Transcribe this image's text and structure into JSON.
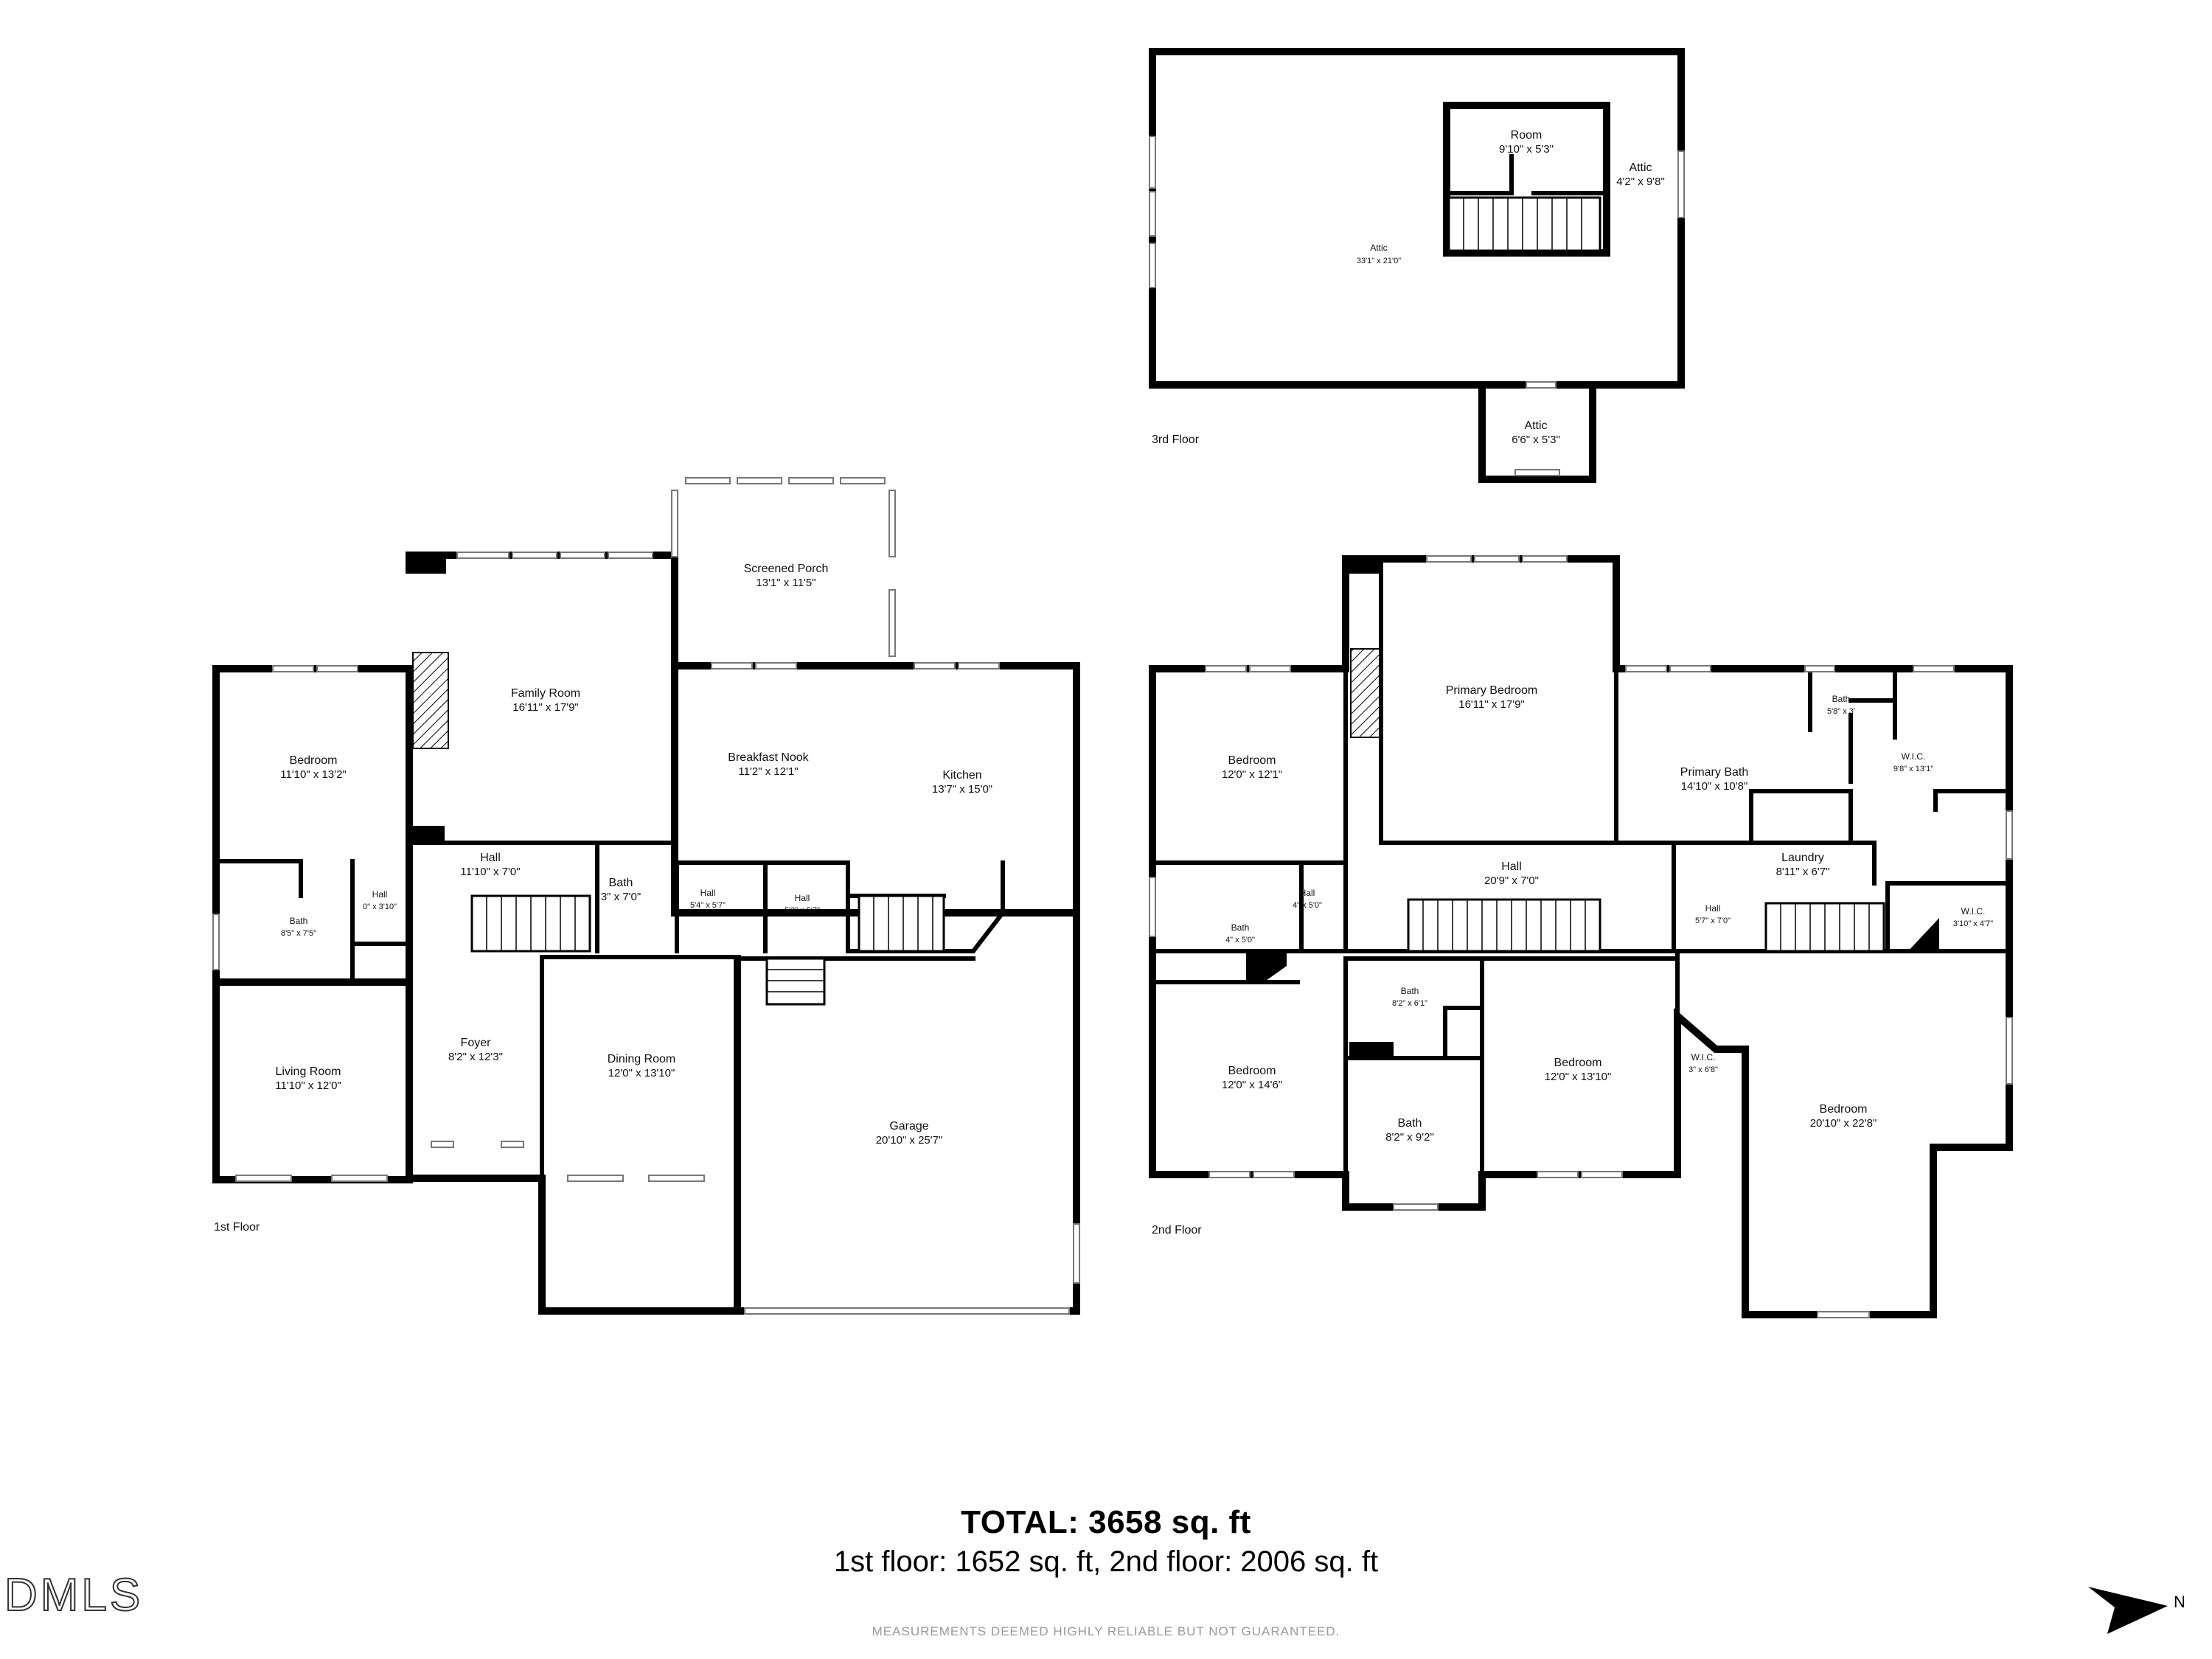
{
  "summary": {
    "total": "TOTAL: 3658 sq. ft",
    "floors": "1st floor: 1652 sq. ft, 2nd floor: 2006 sq. ft",
    "disclaimer": "MEASUREMENTS DEEMED HIGHLY RELIABLE BUT NOT GUARANTEED."
  },
  "brand": {
    "logo_text": "DMLS"
  },
  "compass": {
    "icon": "north-arrow-icon",
    "label": "N"
  },
  "floors": {
    "third": {
      "label": "3rd Floor",
      "rooms": [
        {
          "name": "Attic",
          "dims": "33'1\" x 21'0\""
        },
        {
          "name": "Room",
          "dims": "9'10\" x 5'3\""
        },
        {
          "name": "Attic",
          "dims": "4'2\" x 9'8\""
        },
        {
          "name": "Attic",
          "dims": "6'6\" x 5'3\""
        }
      ]
    },
    "first": {
      "label": "1st Floor",
      "rooms": [
        {
          "name": "Screened Porch",
          "dims": "13'1\" x 11'5\""
        },
        {
          "name": "Family Room",
          "dims": "16'11\" x 17'9\""
        },
        {
          "name": "Bedroom",
          "dims": "11'10\" x 13'2\""
        },
        {
          "name": "Breakfast Nook",
          "dims": "11'2\" x 12'1\""
        },
        {
          "name": "Kitchen",
          "dims": "13'7\" x 15'0\""
        },
        {
          "name": "Hall",
          "dims": "11'10\" x 7'0\""
        },
        {
          "name": "Bath",
          "dims": "3\" x 7'0\""
        },
        {
          "name": "Hall",
          "dims": "5'4\" x 5'7\""
        },
        {
          "name": "Hall",
          "dims": "5'3\" x 5'7\""
        },
        {
          "name": "Hall",
          "dims": "0\" x 3'10\""
        },
        {
          "name": "Bath",
          "dims": "8'5\" x 7'5\""
        },
        {
          "name": "Living Room",
          "dims": "11'10\" x 12'0\""
        },
        {
          "name": "Foyer",
          "dims": "8'2\" x 12'3\""
        },
        {
          "name": "Dining Room",
          "dims": "12'0\" x 13'10\""
        },
        {
          "name": "Garage",
          "dims": "20'10\" x 25'7\""
        }
      ]
    },
    "second": {
      "label": "2nd Floor",
      "rooms": [
        {
          "name": "Primary Bedroom",
          "dims": "16'11\" x 17'9\""
        },
        {
          "name": "Bedroom",
          "dims": "12'0\" x 12'1\""
        },
        {
          "name": "Bath",
          "dims": "5'8\" x 3'"
        },
        {
          "name": "W.I.C.",
          "dims": "9'8\" x 13'1\""
        },
        {
          "name": "Primary Bath",
          "dims": "14'10\" x 10'8\""
        },
        {
          "name": "Laundry",
          "dims": "8'11\" x 6'7\""
        },
        {
          "name": "Hall",
          "dims": "20'9\" x 7'0\""
        },
        {
          "name": "Hall",
          "dims": "4\" x 5'0\""
        },
        {
          "name": "Bath",
          "dims": "4\" x 5'0\""
        },
        {
          "name": "Hall",
          "dims": "5'7\" x 7'0\""
        },
        {
          "name": "W.I.C.",
          "dims": "3'10\" x 4'7\""
        },
        {
          "name": "Bath",
          "dims": "8'2\" x 6'1\""
        },
        {
          "name": "Bedroom",
          "dims": "12'0\" x 14'6\""
        },
        {
          "name": "Bedroom",
          "dims": "12'0\" x 13'10\""
        },
        {
          "name": "W.I.C.",
          "dims": "3\" x 6'8\""
        },
        {
          "name": "Bath",
          "dims": "8'2\" x 9'2\""
        },
        {
          "name": "Bedroom",
          "dims": "20'10\" x 22'8\""
        }
      ]
    }
  }
}
